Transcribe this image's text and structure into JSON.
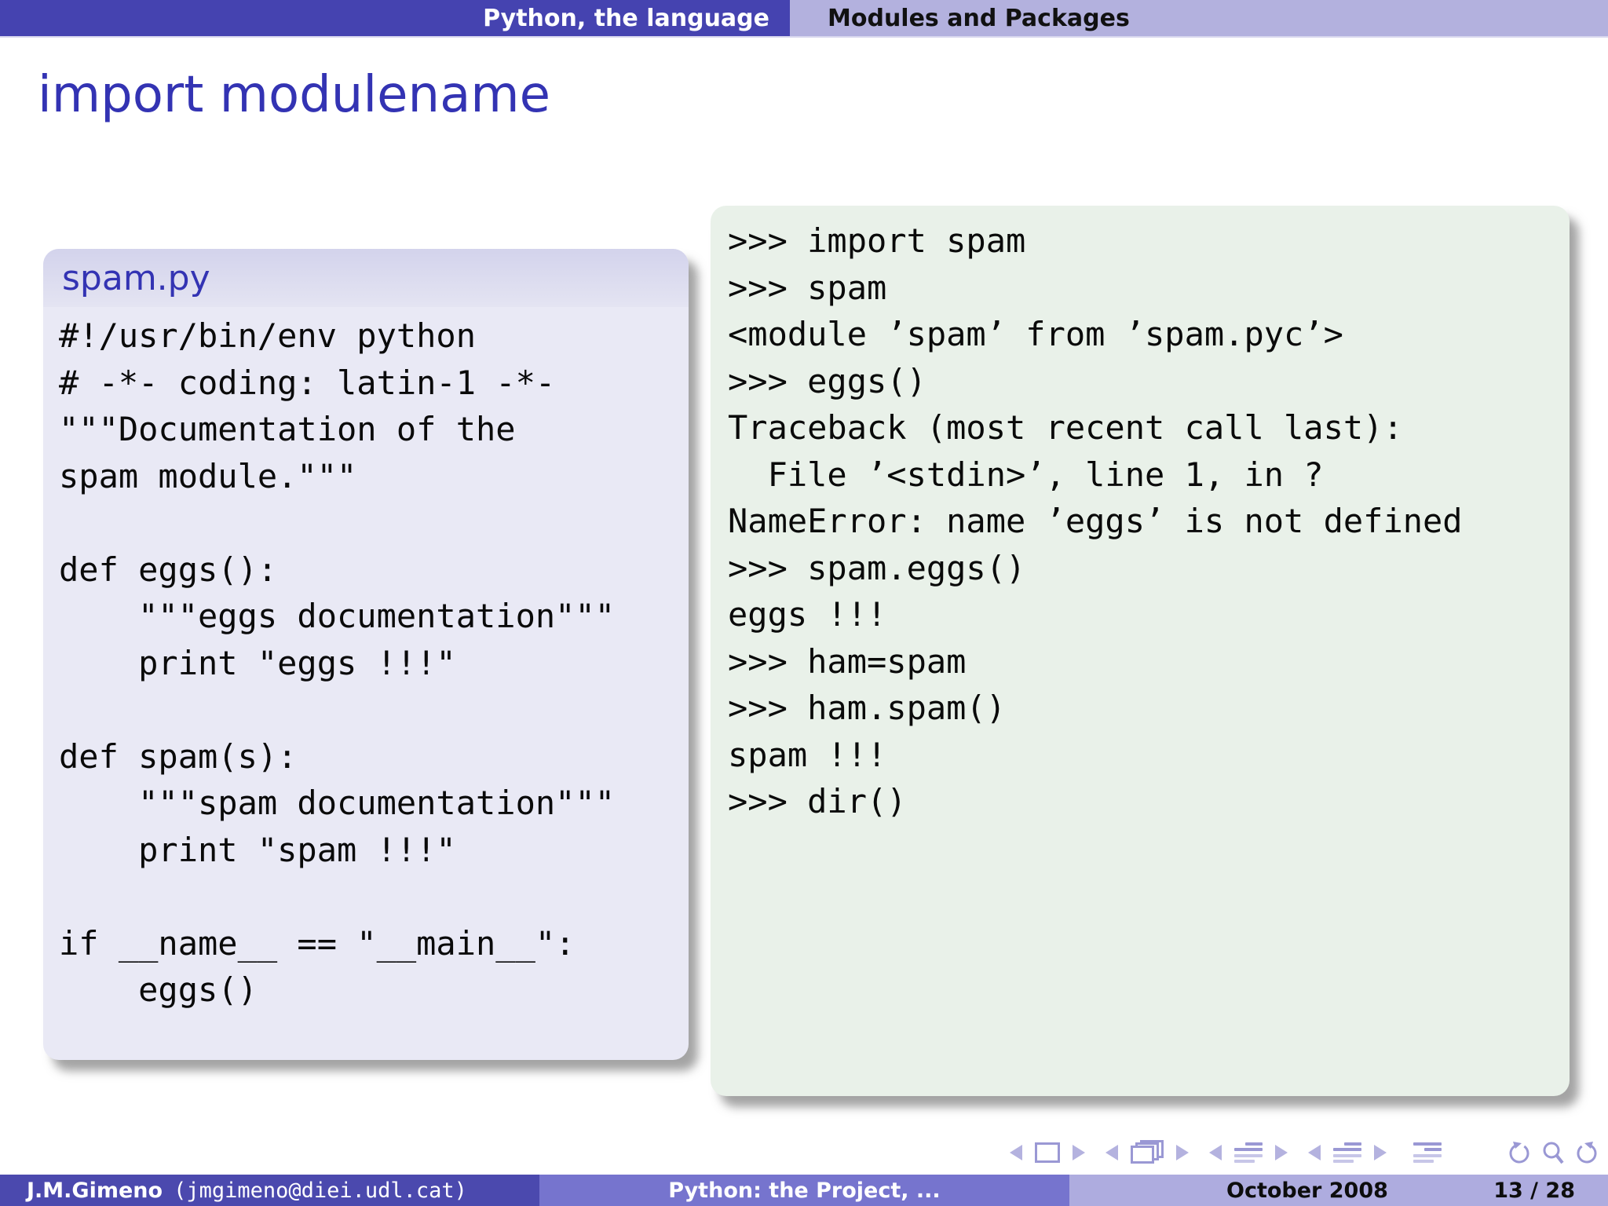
{
  "header": {
    "left_tab": "Python, the language",
    "right_tab": "Modules and Packages"
  },
  "title": "import modulename",
  "left_panel": {
    "title": "spam.py",
    "code_lines": [
      "#!/usr/bin/env python",
      "# -*- coding: latin-1 -*-",
      "\"\"\"Documentation of the",
      "spam module.\"\"\"",
      "",
      "def eggs():",
      "    \"\"\"eggs documentation\"\"\"",
      "    print \"eggs !!!\"",
      "",
      "def spam(s):",
      "    \"\"\"spam documentation\"\"\"",
      "    print \"spam !!!\"",
      "",
      "if __name__ == \"__main__\":",
      "    eggs()"
    ]
  },
  "right_panel": {
    "code_lines": [
      ">>> import spam",
      ">>> spam",
      "<module ’spam’ from ’spam.pyc’>",
      ">>> eggs()",
      "Traceback (most recent call last):",
      "  File ’<stdin>’, line 1, in ?",
      "NameError: name ’eggs’ is not defined",
      ">>> spam.eggs()",
      "eggs !!!",
      ">>> ham=spam",
      ">>> ham.spam()",
      "spam !!!",
      ">>> dir()"
    ]
  },
  "nav": {
    "icons": [
      "prev-slide",
      "slide",
      "next-slide",
      "prev-frame",
      "frame",
      "next-frame",
      "prev-subsection",
      "subsection",
      "next-subsection",
      "prev-section",
      "section",
      "next-section",
      "presentation",
      "back",
      "find",
      "forward"
    ]
  },
  "footer": {
    "author": "J.M.Gimeno",
    "email": "(jmgimeno@diei.udl.cat)",
    "middle": "Python: the Project, ...",
    "date": "October 2008",
    "page": "13 / 28"
  },
  "colors": {
    "accent": "#3333b3",
    "header-left-bg": "#4543b0",
    "header-right-bg": "#b3b1de",
    "left-panel-bg": "#e9e9f5",
    "right-panel-bg": "#e9f1e9",
    "nav-color": "#9a98d4",
    "footer-left-bg": "#4b49ae",
    "footer-mid-bg": "#7674ce",
    "footer-right-bg": "#aeacdf"
  }
}
